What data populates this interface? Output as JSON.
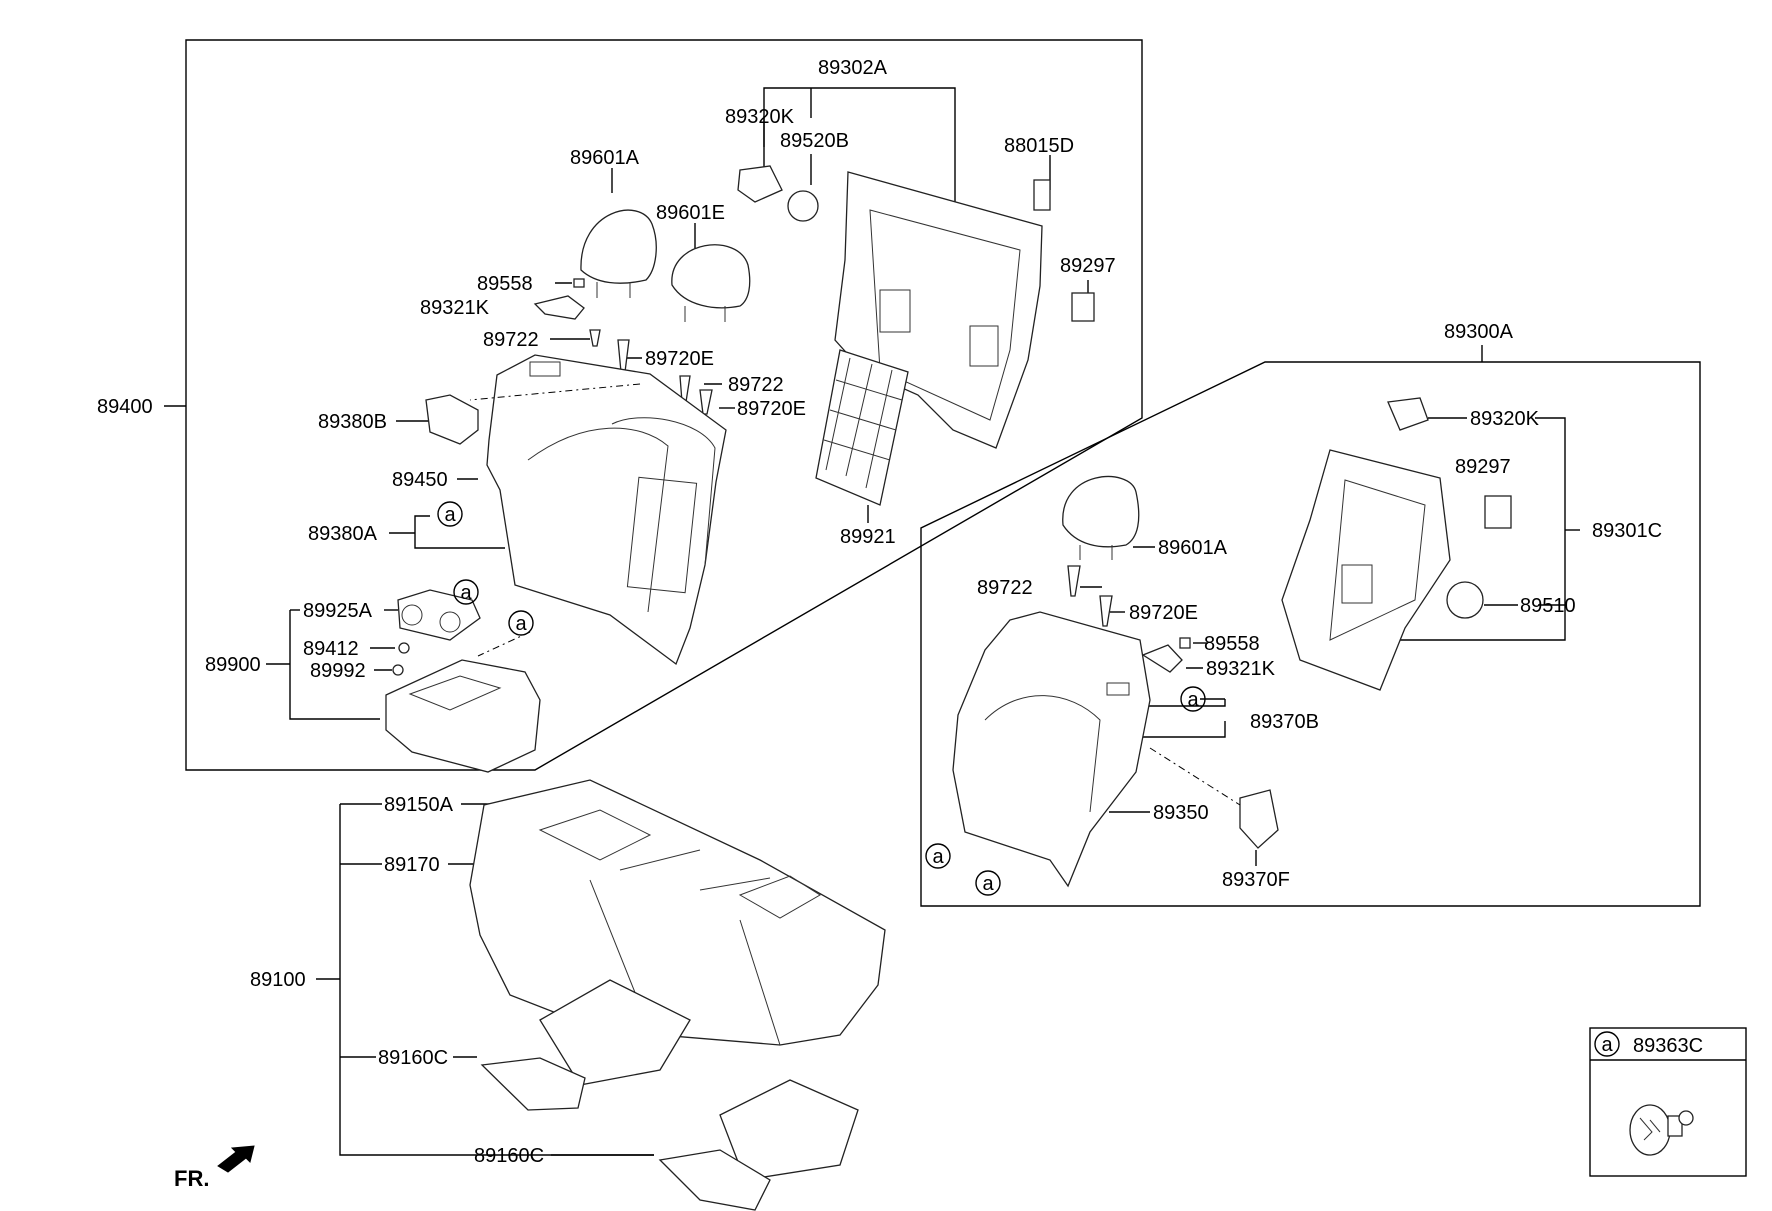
{
  "part_labels": {
    "p89302A": "89302A",
    "p89320K_top": "89320K",
    "p89520B": "89520B",
    "p89601A_top": "89601A",
    "p88015D": "88015D",
    "p89601E": "89601E",
    "p89297_top": "89297",
    "p89558_top": "89558",
    "p89321K_top": "89321K",
    "p89722_a": "89722",
    "p89720E_a": "89720E",
    "p89722_b": "89722",
    "p89720E_b": "89720E",
    "p89400": "89400",
    "p89380B": "89380B",
    "p89450": "89450",
    "p89380A": "89380A",
    "p89921": "89921",
    "p89925A": "89925A",
    "p89412": "89412",
    "p89992": "89992",
    "p89900": "89900",
    "p89300A": "89300A",
    "p89320K_right": "89320K",
    "p89297_right": "89297",
    "p89301C": "89301C",
    "p89601A_right": "89601A",
    "p89722_right": "89722",
    "p89720E_right": "89720E",
    "p89510": "89510",
    "p89558_right": "89558",
    "p89321K_right": "89321K",
    "p89370B": "89370B",
    "p89350": "89350",
    "p89370F": "89370F",
    "p89150A": "89150A",
    "p89170": "89170",
    "p89100": "89100",
    "p89160C_a": "89160C",
    "p89160C_b": "89160C"
  },
  "callout_symbol": "a",
  "legend": {
    "symbol": "a",
    "part": "89363C"
  },
  "front_indicator": "FR."
}
